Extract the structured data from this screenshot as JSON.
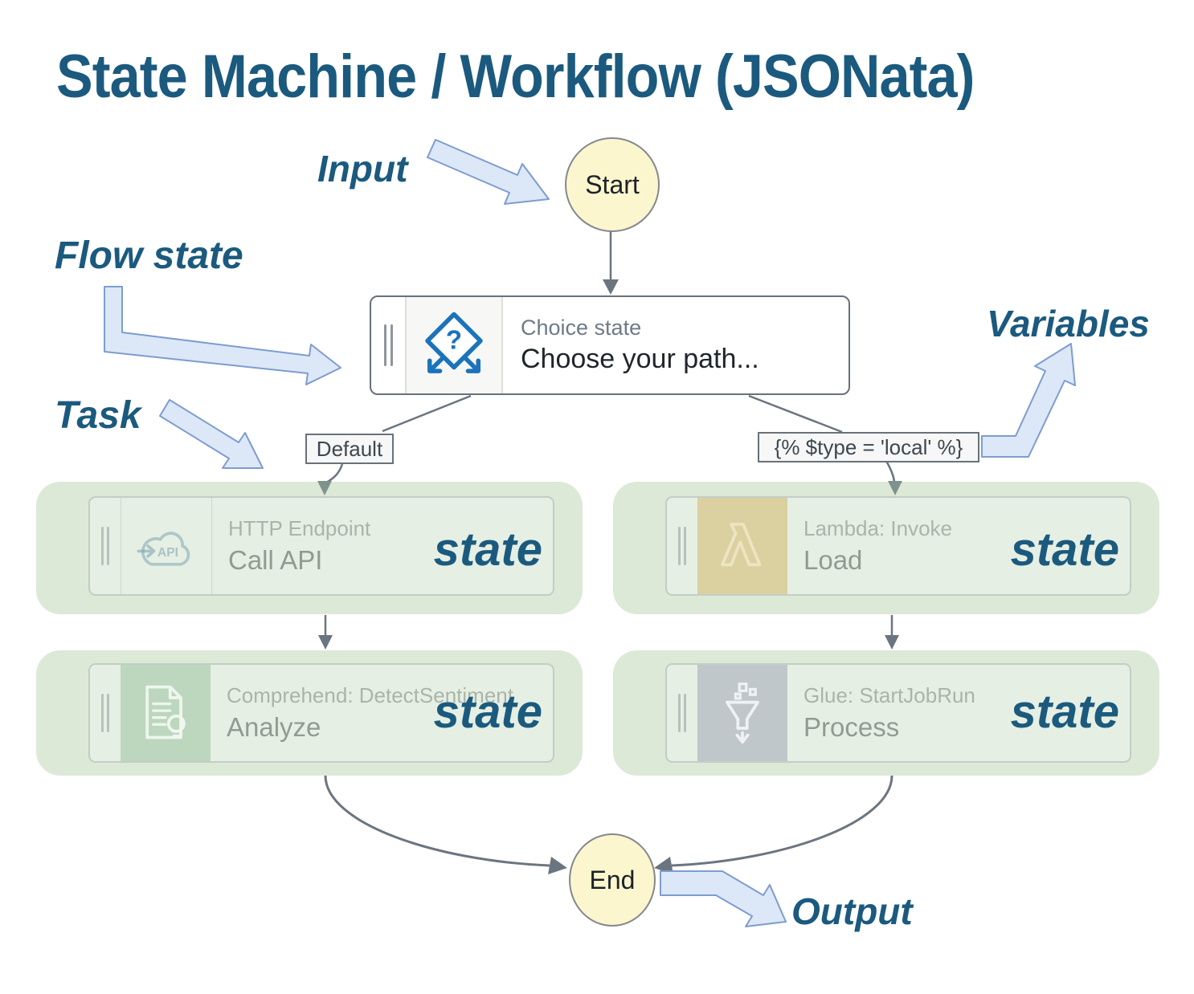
{
  "title": "State Machine / Workflow (JSONata)",
  "annotations": {
    "input": "Input",
    "flow_state": "Flow state",
    "task": "Task",
    "variables": "Variables",
    "output": "Output"
  },
  "terminals": {
    "start": "Start",
    "end": "End"
  },
  "choice_state": {
    "type_label": "Choice state",
    "name": "Choose your path..."
  },
  "branches": {
    "default_label": "Default",
    "condition_label": "{% $type = 'local' %}"
  },
  "states": [
    {
      "service": "HTTP Endpoint",
      "name": "Call API",
      "badge": "state",
      "icon": "http-endpoint-icon"
    },
    {
      "service": "Lambda: Invoke",
      "name": "Load",
      "badge": "state",
      "icon": "lambda-icon"
    },
    {
      "service": "Comprehend: DetectSentiment",
      "name": "Analyze",
      "badge": "state",
      "icon": "comprehend-icon"
    },
    {
      "service": "Glue: StartJobRun",
      "name": "Process",
      "badge": "state",
      "icon": "glue-icon"
    }
  ],
  "colors": {
    "heading": "#1b5a7e",
    "annotation_arrow_fill": "#dce8f7",
    "annotation_arrow_stroke": "#7e9cd0",
    "connector": "#6b7580",
    "state_highlight_green": "#dce9d7",
    "terminal_yellow": "#fbf6cd",
    "choice_icon_blue": "#1a73bb"
  }
}
